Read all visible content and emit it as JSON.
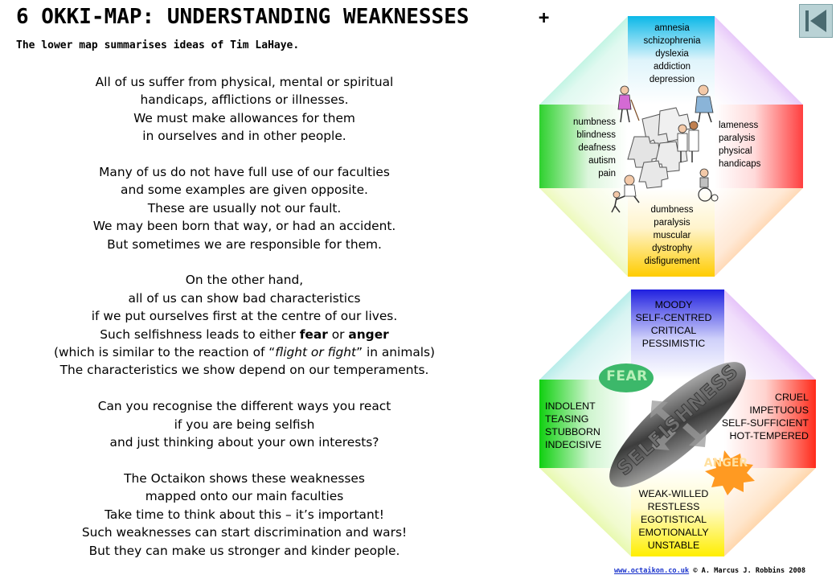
{
  "header": {
    "title": "6 OKKI-MAP: UNDERSTANDING WEAKNESSES",
    "title_plus": "+",
    "subtitle": "The lower map summarises ideas of Tim LaHaye."
  },
  "body": {
    "paragraphs": [
      [
        "All of us suffer from physical, mental or spiritual",
        "handicaps, afflictions or illnesses.",
        "We must make allowances for them",
        "in ourselves and in other people."
      ],
      [
        "Many of us do not have full use of our faculties",
        "and some examples are given opposite.",
        "These are usually not our fault.",
        "We may been born that way, or had an accident.",
        "But sometimes we are responsible for them."
      ],
      [
        "On the other hand,",
        "all of us can show bad characteristics",
        "if we put ourselves first at the centre of our lives."
      ],
      [
        "Can you recognise the different ways you react",
        "if you are being selfish",
        "and just thinking about your own interests?"
      ],
      [
        "The Octaikon shows these weaknesses",
        "mapped onto our main faculties",
        "Take time to think about this – it’s important!",
        "Such weaknesses can start discrimination and wars!",
        "But they can make us stronger and kinder people."
      ]
    ],
    "fear_line": {
      "before": "Such selfishness leads to either ",
      "fear": "fear",
      "mid": " or ",
      "anger": "anger"
    },
    "flight_line": {
      "before": "(which is similar to the reaction of “",
      "italic": "flight or fight",
      "after": "” in animals)"
    },
    "temperament_line": "The characteristics  we show depend on our temperaments."
  },
  "top_map": {
    "top": [
      "amnesia",
      "schizophrenia",
      "dyslexia",
      "addiction",
      "depression"
    ],
    "left": [
      "numbness",
      "blindness",
      "deafness",
      "autism",
      "pain"
    ],
    "right": [
      "lameness",
      "paralysis",
      "physical",
      "handicaps"
    ],
    "bottom": [
      "dumbness",
      "paralysis",
      "muscular",
      "dystrophy",
      "disfigurement"
    ]
  },
  "bottom_map": {
    "top": [
      "MOODY",
      "SELF-CENTRED",
      "CRITICAL",
      "PESSIMISTIC"
    ],
    "left": [
      "INDOLENT",
      "TEASING",
      "STUBBORN",
      "INDECISIVE"
    ],
    "right": [
      "CRUEL",
      "IMPETUOUS",
      "SELF-SUFFICIENT",
      "HOT-TEMPERED"
    ],
    "bottom": [
      "WEAK-WILLED",
      "RESTLESS",
      "EGOTISTICAL",
      "EMOTIONALLY",
      "UNSTABLE"
    ],
    "center_label": "SELFISHNESS",
    "fear_label": "FEAR",
    "anger_label": "ANGER"
  },
  "footer": {
    "link": "www.octaikon.co.uk",
    "copyright": " © A. Marcus J. Robbins 2008"
  },
  "colors": {
    "top_map_top": "#0bb8e8",
    "top_map_right": "#ff3f3f",
    "top_map_left": "#2ed12e",
    "top_map_bottom": "#ffcc00",
    "bottom_map_top": "#2020e0",
    "bottom_map_right": "#ff2a1a",
    "bottom_map_left": "#10d010",
    "bottom_map_bottom": "#ffee00",
    "violet": "#b44af0",
    "link": "#1a33cc"
  },
  "icons": {
    "back": "back-to-start-icon"
  }
}
